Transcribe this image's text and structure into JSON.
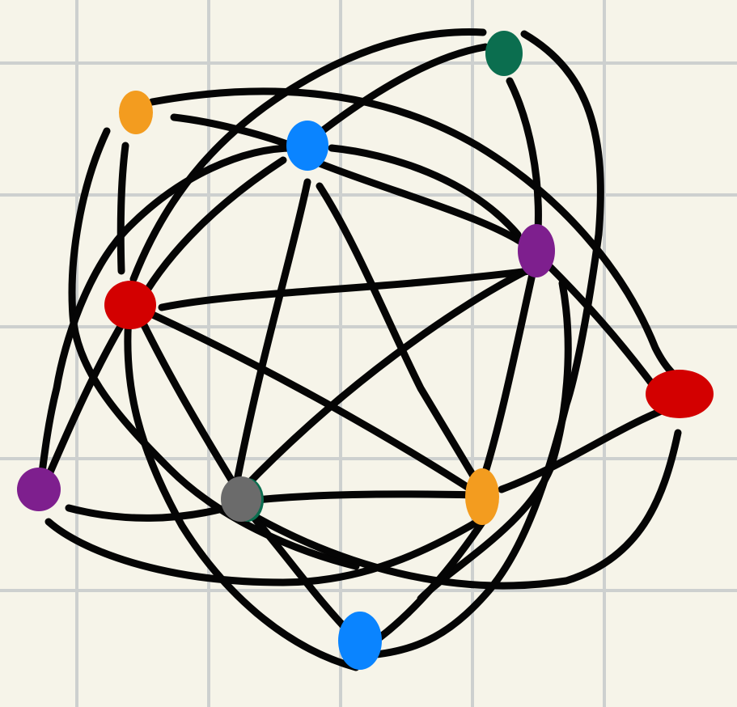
{
  "diagram": {
    "type": "hand-drawn-graph",
    "background_color": "#f6f4e9",
    "grid_color": "#cdd0cf",
    "edge_color": "#050505",
    "node_count": 12,
    "edge_count": 28,
    "nodes": [
      {
        "id": "green-top",
        "color": "#0b6e4f"
      },
      {
        "id": "orange-top-left",
        "color": "#f39c1f"
      },
      {
        "id": "blue-top",
        "color": "#0a84ff"
      },
      {
        "id": "purple-right",
        "color": "#7e1f8e"
      },
      {
        "id": "red-left",
        "color": "#d30000"
      },
      {
        "id": "red-right",
        "color": "#d30000"
      },
      {
        "id": "purple-left",
        "color": "#7e1f8e"
      },
      {
        "id": "gray-center",
        "color": "#6b6b6b"
      },
      {
        "id": "green-center",
        "color": "#0b6e4f"
      },
      {
        "id": "orange-bottom-right",
        "color": "#f39c1f"
      },
      {
        "id": "blue-bottom",
        "color": "#0a84ff"
      }
    ]
  }
}
